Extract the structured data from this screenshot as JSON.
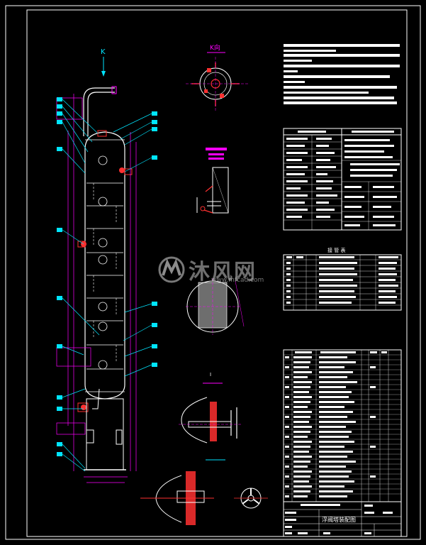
{
  "views": {
    "k_label": "K",
    "k_view_title": "K向",
    "detail_label": "I"
  },
  "tables": {
    "nozzle_table_title": "接 管 表",
    "title_block_name": "浮阀塔装配图"
  },
  "watermark": {
    "brand": "沐风网",
    "url": "www.mfcad.com"
  },
  "colors": {
    "background": "#000000",
    "frame": "#ffffff",
    "leader": "#00e5ff",
    "dimension": "#ff00ff",
    "accent": "#ff3030",
    "fill": "#ffff00"
  }
}
